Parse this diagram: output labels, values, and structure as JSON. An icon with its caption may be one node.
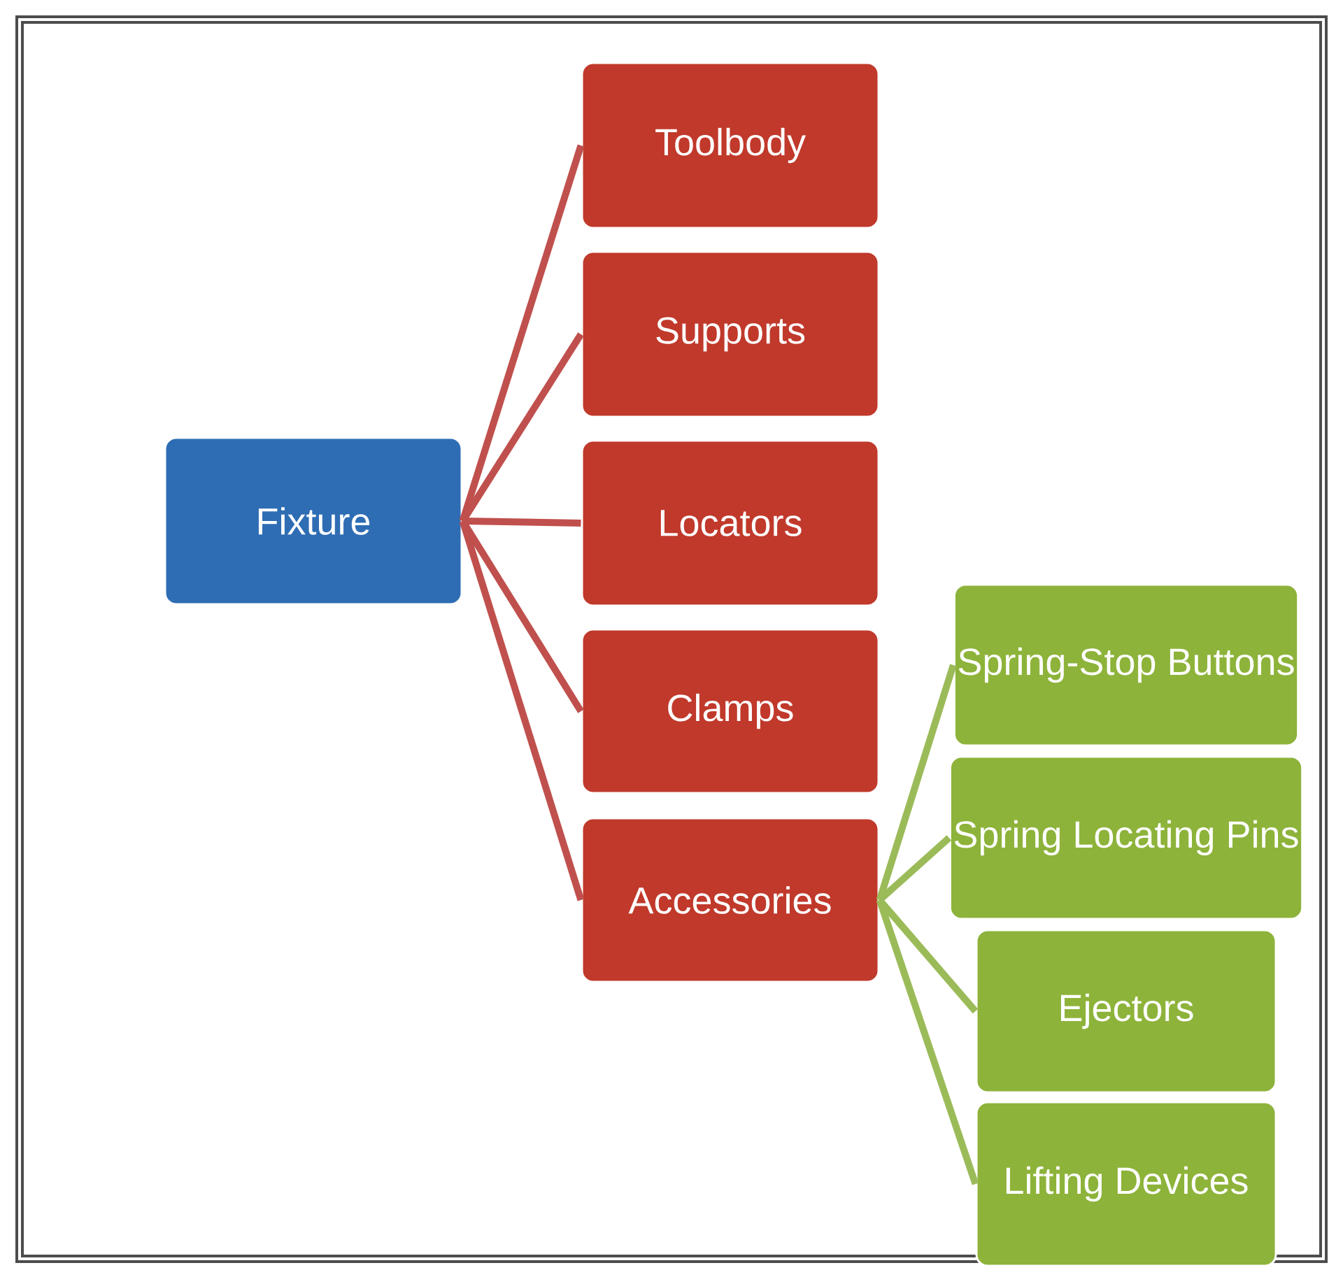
{
  "diagram": {
    "nodes": [
      {
        "text": [
          "Fixture"
        ]
      },
      {
        "text": [
          "Toolbody"
        ]
      },
      {
        "text": [
          "Supports"
        ]
      },
      {
        "text": [
          "Locators"
        ]
      },
      {
        "text": [
          "Clamps"
        ]
      },
      {
        "text": [
          "Accessories"
        ]
      },
      {
        "text": [
          "Spring-Stop Buttons"
        ]
      },
      {
        "text": [
          "Spring Locating Pins"
        ]
      },
      {
        "text": [
          "Ejectors"
        ]
      },
      {
        "text": [
          "Lifting Devices"
        ]
      }
    ],
    "edges": [
      {
        "from": 0,
        "to": 1,
        "arrow": "none"
      },
      {
        "from": 0,
        "to": 2,
        "arrow": "none"
      },
      {
        "from": 0,
        "to": 3,
        "arrow": "none"
      },
      {
        "from": 0,
        "to": 4,
        "arrow": "none"
      },
      {
        "from": 0,
        "to": 5,
        "arrow": "none"
      },
      {
        "from": 5,
        "to": 6,
        "arrow": "none",
        "color": "#9bbb59"
      },
      {
        "from": 5,
        "to": 7,
        "arrow": "none",
        "color": "#9bbb59"
      },
      {
        "from": 5,
        "to": 8,
        "arrow": "none",
        "color": "#9bbb59"
      },
      {
        "from": 5,
        "to": 9,
        "arrow": "none",
        "color": "#9bbb59"
      }
    ]
  }
}
